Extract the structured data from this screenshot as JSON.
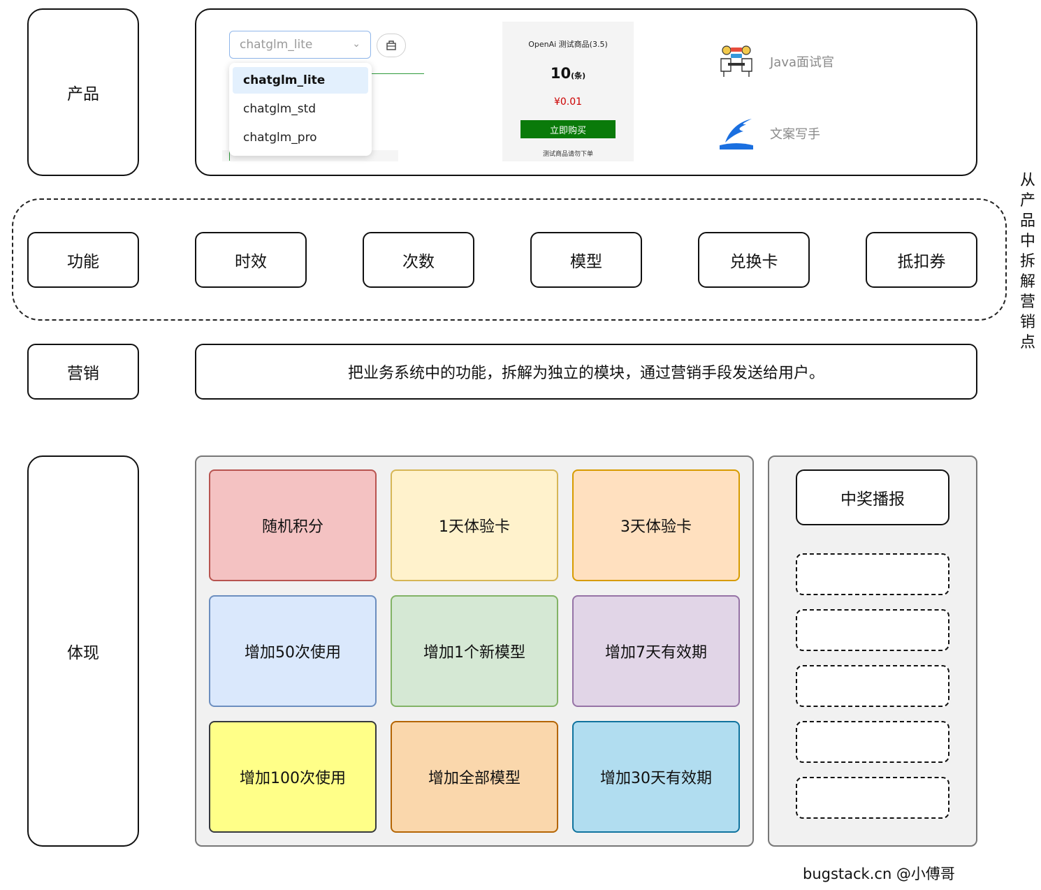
{
  "rows": {
    "product": "产品",
    "feature": "功能",
    "marketing": "营销",
    "outcome": "体现"
  },
  "product": {
    "select_value": "chatglm_lite",
    "options": [
      "chatglm_lite",
      "chatglm_std",
      "chatglm_pro"
    ],
    "card": {
      "title": "OpenAi 测试商品(3.5)",
      "count": "10",
      "count_unit": "(条)",
      "price": "¥0.01",
      "buy_label": "立即购买",
      "note": "测试商品请勿下单"
    },
    "apps": [
      "Java面试官",
      "文案写手"
    ]
  },
  "features": [
    "时效",
    "次数",
    "模型",
    "兑换卡",
    "抵扣券"
  ],
  "side_label": [
    "从",
    "产",
    "品",
    "中",
    "拆",
    "解",
    "营",
    "销",
    "点"
  ],
  "marketing_text": "把业务系统中的功能，拆解为独立的模块，通过营销手段发送给用户。",
  "rewards": [
    {
      "label": "随机积分",
      "fill": "#f4c2c2",
      "border": "#b85450"
    },
    {
      "label": "1天体验卡",
      "fill": "#fff2cc",
      "border": "#d6b656"
    },
    {
      "label": "3天体验卡",
      "fill": "#ffe0bf",
      "border": "#d79b00"
    },
    {
      "label": "增加50次使用",
      "fill": "#dae8fc",
      "border": "#6c8ebf"
    },
    {
      "label": "增加1个新模型",
      "fill": "#d5e8d4",
      "border": "#82b366"
    },
    {
      "label": "增加7天有效期",
      "fill": "#e1d5e7",
      "border": "#9673a6"
    },
    {
      "label": "增加100次使用",
      "fill": "#ffff88",
      "border": "#36393d"
    },
    {
      "label": "增加全部模型",
      "fill": "#fad7ac",
      "border": "#b46504"
    },
    {
      "label": "增加30天有效期",
      "fill": "#b1ddf0",
      "border": "#10739e"
    }
  ],
  "broadcast": "中奖播报",
  "credit": "bugstack.cn @小傅哥"
}
